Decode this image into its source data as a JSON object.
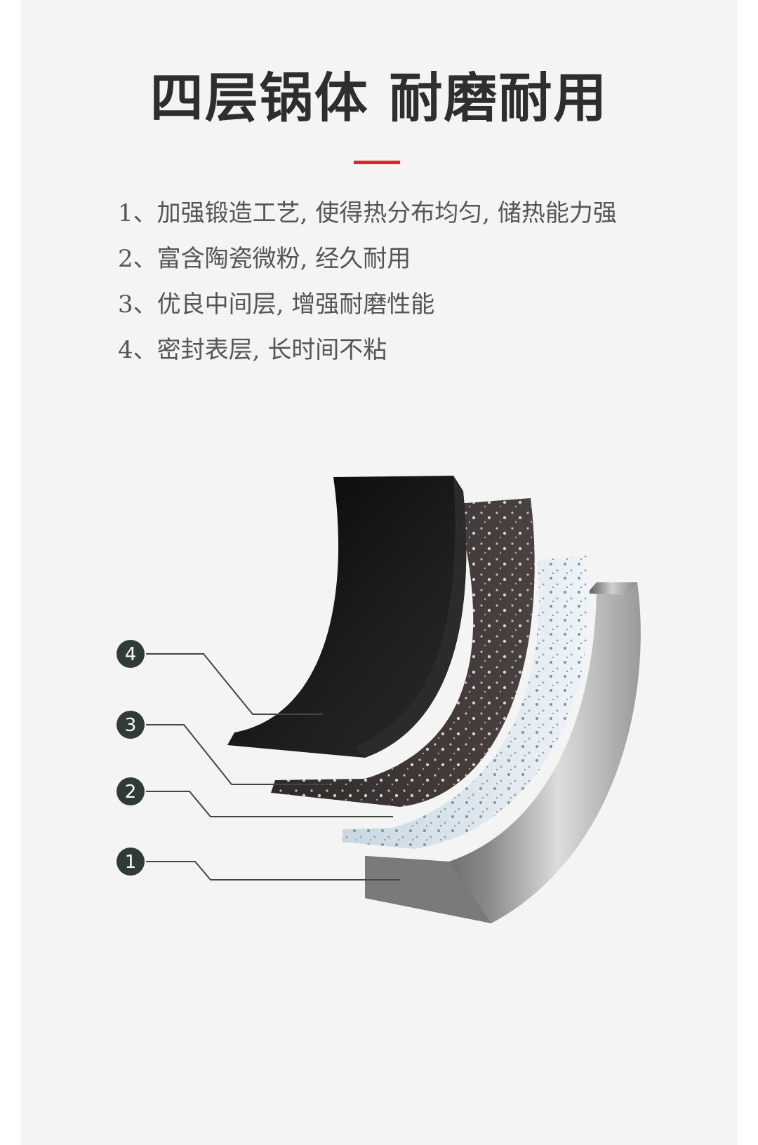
{
  "header": {
    "title": "四层锅体 耐磨耐用",
    "accent_color": "#e0242b"
  },
  "features": [
    "1、加强锻造工艺, 使得热分布均匀, 储热能力强",
    "2、富含陶瓷微粉, 经久耐用",
    "3、优良中间层, 增强耐磨性能",
    "4、密封表层, 长时间不粘"
  ],
  "layers": [
    {
      "number": "4",
      "material": "black-nonstick-coating",
      "color": "#121212"
    },
    {
      "number": "3",
      "material": "dark-speckled-layer",
      "color": "#3b3432"
    },
    {
      "number": "2",
      "material": "light-blue-speckled-layer",
      "color": "#d8e4ec"
    },
    {
      "number": "1",
      "material": "metal-base",
      "color": "#6a6a6a"
    }
  ]
}
